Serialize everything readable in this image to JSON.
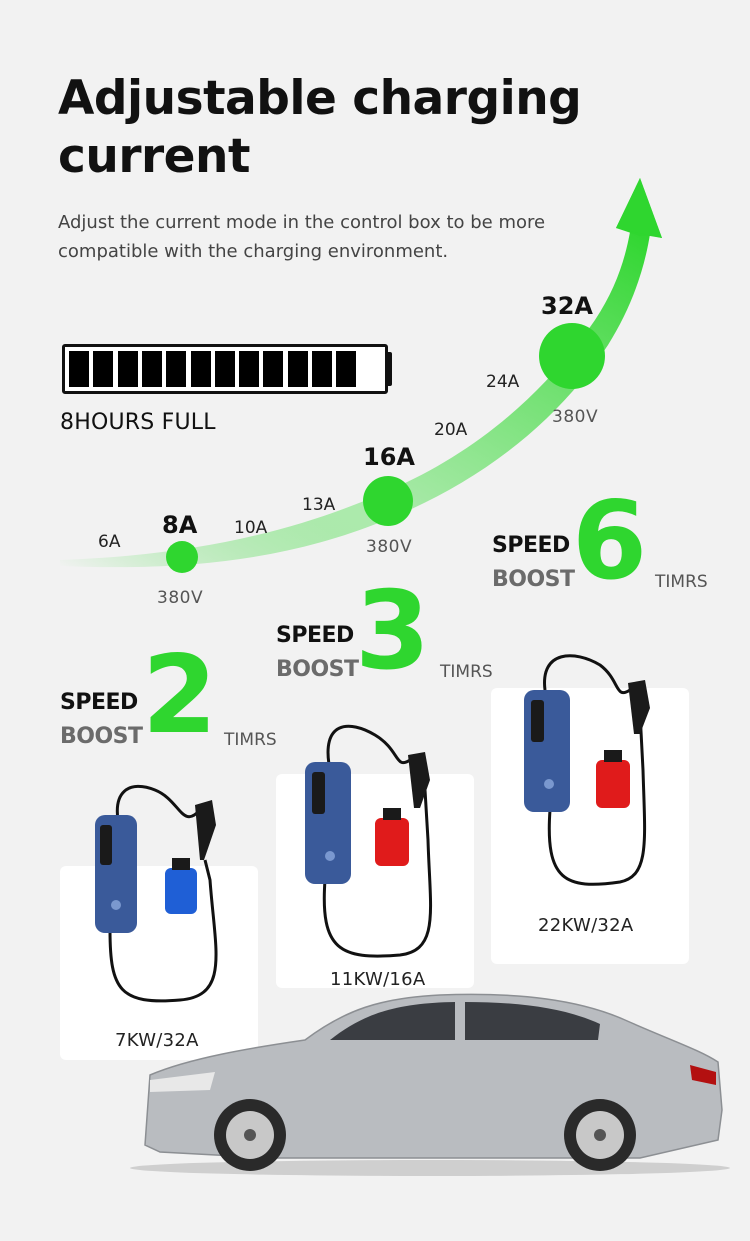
{
  "header": {
    "title_line1": "Adjustable charging",
    "title_line2": "current",
    "subtitle_line1": "Adjust the current mode in the control box to be more",
    "subtitle_line2": "compatible with the charging environment."
  },
  "battery": {
    "label": "8HOURS FULL",
    "segments_filled": 12
  },
  "current_curve": {
    "color": "#2fd62f",
    "ticks": [
      "6A",
      "10A",
      "13A",
      "20A",
      "24A"
    ],
    "nodes": [
      {
        "amps": "8A",
        "volts": "380V"
      },
      {
        "amps": "16A",
        "volts": "380V"
      },
      {
        "amps": "32A",
        "volts": "380V"
      }
    ]
  },
  "speed_boosts": [
    {
      "speed": "SPEED",
      "boost": "BOOST",
      "number": "2",
      "unit": "TIMRS"
    },
    {
      "speed": "SPEED",
      "boost": "BOOST",
      "number": "3",
      "unit": "TIMRS"
    },
    {
      "speed": "SPEED",
      "boost": "BOOST",
      "number": "6",
      "unit": "TIMRS"
    }
  ],
  "products": [
    {
      "label": "7KW/32A",
      "plug_color": "#1f5fd6"
    },
    {
      "label": "11KW/16A",
      "plug_color": "#e01b1b"
    },
    {
      "label": "22KW/32A",
      "plug_color": "#e01b1b"
    }
  ]
}
